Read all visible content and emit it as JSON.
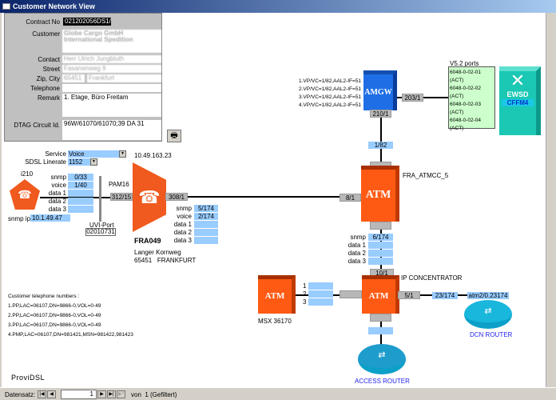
{
  "window": {
    "title": "Customer Network View"
  },
  "form": {
    "contract_label": "Contract No",
    "contract_value": "021202056DS1/1",
    "customer_label": "Customer",
    "customer_value": "Globe Cargo GmbH International Spedition",
    "contact_label": "Contact",
    "contact_value": "Herr Ulrich Jungbluth",
    "street_label": "Street",
    "street_value": "Fasanenweg 9",
    "zip_label": "Zip, City",
    "zip_value": "65451",
    "city_value": "Frankfurt",
    "telephone_label": "Telephone",
    "telephone_value": "",
    "remark_label": "Remark",
    "remark_value": "1. Etage, Büro Freitam",
    "dtag_label": "DTAG Circuit Id.",
    "dtag_value": "96W/61070/61070;39 DA 31"
  },
  "service": {
    "label": "Service",
    "value": "Voice",
    "linerate_label": "SDSL Linerate",
    "linerate_value": "1152"
  },
  "i210": {
    "label": "i210",
    "rows": [
      {
        "l": "snmp",
        "v": "0/33"
      },
      {
        "l": "voice",
        "v": "1/40"
      },
      {
        "l": "data 1",
        "v": ""
      },
      {
        "l": "data 2",
        "v": ""
      },
      {
        "l": "data 3",
        "v": ""
      }
    ],
    "snmp_ip_label": "snmp ip",
    "snmp_ip": "10.1.49.47"
  },
  "uvi": {
    "label": "UVI-Port",
    "value": "02010731"
  },
  "pam": {
    "label": "PAM16",
    "ip": "10.49.163.23",
    "port_in": "312/15",
    "port_out": "308/1",
    "name": "FRA049",
    "street": "Langer Kornweg",
    "city": "65451   FRANKFURT",
    "rows": [
      {
        "l": "snmp",
        "v": "5/174"
      },
      {
        "l": "voice",
        "v": "2/174"
      },
      {
        "l": "data 1",
        "v": ""
      },
      {
        "l": "data 2",
        "v": ""
      },
      {
        "l": "data 3",
        "v": ""
      }
    ]
  },
  "amgw": {
    "label": "AMGW",
    "port_down": "210/1",
    "port_right": "203/1",
    "vpvc": [
      "1.VP/VC=1/82,AAL2-IF=51",
      "2.VP/VC=1/82,AAL2-IF=51",
      "3.VP/VC=1/82,AAL2-IF=51",
      "4.VP/VC=1/82,AAL2-IF=51"
    ],
    "link": "1/82"
  },
  "v52": {
    "title": "V5.2 ports",
    "ports": [
      "6048-0-02-01 (ACT)",
      "6048-0-02-02 (ACT)",
      "6048-0-02-03 (ACT)",
      "6048-0-02-04 (ACT)"
    ]
  },
  "ewsd": {
    "label": "EWSD",
    "name": "CFFM4"
  },
  "atmcc": {
    "label": "ATM",
    "name": "FRA_ATMCC_5",
    "port_left": "8/1",
    "rows": [
      {
        "l": "snmp",
        "v": "6/174"
      },
      {
        "l": "data 1",
        "v": ""
      },
      {
        "l": "data 2",
        "v": ""
      },
      {
        "l": "data 3",
        "v": ""
      }
    ]
  },
  "ipconc": {
    "label": "ATM",
    "name": "IP CONCENTRATOR",
    "port_top": "10/1",
    "port_right": "5/1",
    "link": "23/174",
    "dcn_port": "atm2/0.23174"
  },
  "msx": {
    "label": "ATM",
    "name": "MSX 36170",
    "rows": [
      "1",
      "2",
      "3"
    ]
  },
  "dcn": {
    "label": "DCN ROUTER"
  },
  "access": {
    "label": "ACCESS ROUTER"
  },
  "phones": {
    "title": "Customer telephone numbers :",
    "items": [
      "1.PP,LAC=06107,DN=9866-0,VOL=0-49",
      "2.PP,LAC=06107,DN=9866-0,VOL=0-49",
      "3.PP,LAC=06107,DN=9866-0,VOL=0-49",
      "4.PMP,LAC=06107,DN=981421,MSN=981422,981423"
    ]
  },
  "logo": "ProviDSL",
  "status": {
    "label": "Datensatz:",
    "record": "1",
    "of": "von  1 (Gefiltert)"
  }
}
